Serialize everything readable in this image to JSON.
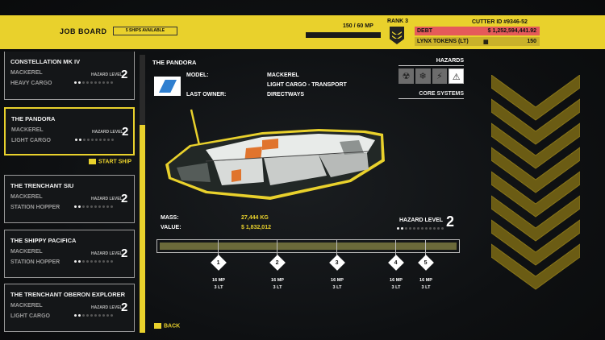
{
  "header": {
    "title": "JOB BOARD",
    "ships_available": "5 SHIPS AVAILABLE",
    "mp_text": "150 / 60 MP",
    "rank": "RANK 3",
    "cutter_id": "CUTTER ID  #9346-52",
    "debt_label": "DEBT",
    "debt_value": "$ 1,252,594,441.92",
    "tokens_label": "LYNX TOKENS (LT)",
    "tokens_value": "150"
  },
  "ships": [
    {
      "name": "CONSTELLATION MK IV",
      "model": "MACKEREL",
      "type": "HEAVY CARGO",
      "hazard_label": "HAZARD LEVEL",
      "hazard": "2"
    },
    {
      "name": "THE PANDORA",
      "model": "MACKEREL",
      "type": "LIGHT CARGO",
      "hazard_label": "HAZARD LEVEL",
      "hazard": "2"
    },
    {
      "name": "THE TRENCHANT SIU",
      "model": "MACKEREL",
      "type": "STATION HOPPER",
      "hazard_label": "HAZARD LEVEL",
      "hazard": "2"
    },
    {
      "name": "THE SHIPPY PACIFICA",
      "model": "MACKEREL",
      "type": "STATION HOPPER",
      "hazard_label": "HAZARD LEVEL",
      "hazard": "2"
    },
    {
      "name": "THE TRENCHANT OBERON EXPLORER",
      "model": "MACKEREL",
      "type": "LIGHT CARGO",
      "hazard_label": "HAZARD LEVEL",
      "hazard": "2"
    }
  ],
  "actions": {
    "start_ship": "START SHIP",
    "back": "BACK"
  },
  "detail": {
    "title": "THE PANDORA",
    "model_label": "MODEL:",
    "model_value": "MACKEREL",
    "model_sub": "LIGHT CARGO - TRANSPORT",
    "owner_label": "LAST OWNER:",
    "owner_value": "DIRECTWAYS",
    "hazards_title": "HAZARDS",
    "core_systems": "CORE SYSTEMS",
    "hazard_icons": [
      "radiation-icon",
      "snowflake-icon",
      "lightning-icon",
      "warning-icon"
    ],
    "mass_label": "MASS:",
    "mass_value": "27,444 KG",
    "value_label": "VALUE:",
    "value_value": "$ 1,832,012",
    "hazard_level_label": "HAZARD LEVEL",
    "hazard_level": "2"
  },
  "stops": [
    {
      "n": "1",
      "mp": "16 MP",
      "lt": "3 LT"
    },
    {
      "n": "2",
      "mp": "16 MP",
      "lt": "3 LT"
    },
    {
      "n": "3",
      "mp": "16 MP",
      "lt": "3 LT"
    },
    {
      "n": "4",
      "mp": "16 MP",
      "lt": "3 LT"
    },
    {
      "n": "5",
      "mp": "16 MP",
      "lt": "3 LT"
    }
  ],
  "colors": {
    "accent": "#e9d12c",
    "debt": "#e55a5a",
    "background": "#0e1012"
  }
}
